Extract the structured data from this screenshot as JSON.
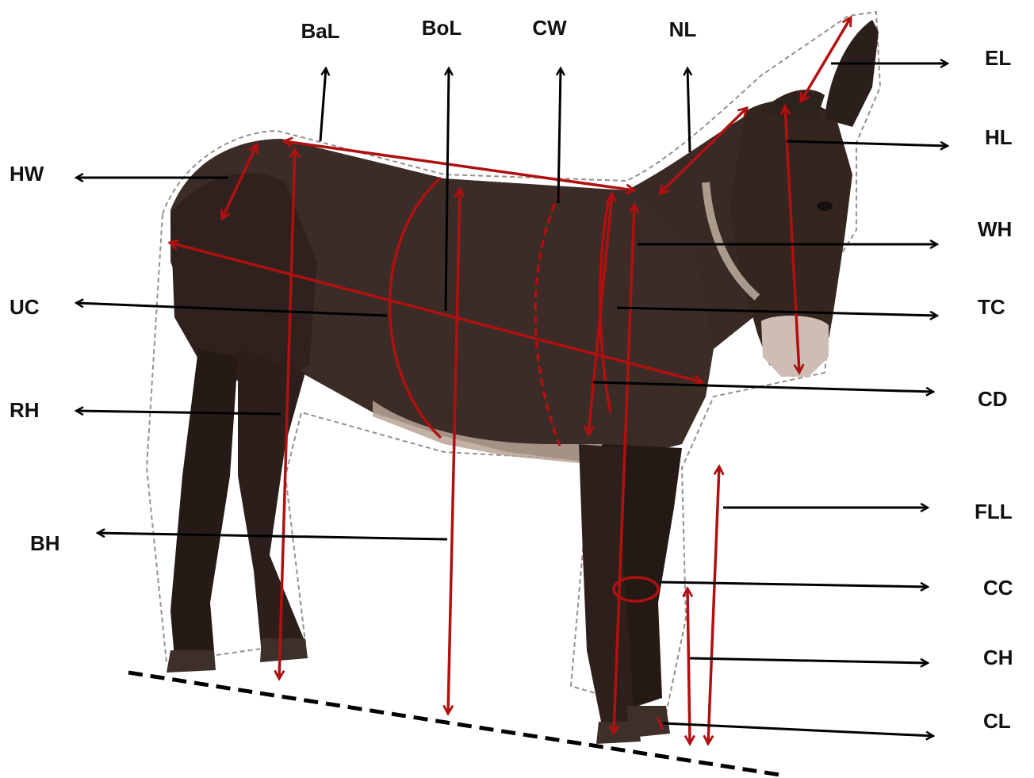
{
  "colors": {
    "label": "#111111",
    "pointer_arrow": "#000000",
    "measure_arrow": "#b01010",
    "donkey_body": "#3a2b26",
    "donkey_belly": "#c9b3a6",
    "ground_line": "#000000"
  },
  "image": {
    "subject": "donkey",
    "labels": {
      "bal": "BaL",
      "bol": "BoL",
      "cw": "CW",
      "nl": "NL",
      "el": "EL",
      "hl": "HL",
      "wh": "WH",
      "tc": "TC",
      "cd": "CD",
      "fll": "FLL",
      "cc": "CC",
      "ch": "CH",
      "cl": "CL",
      "hw": "HW",
      "uc": "UC",
      "rh": "RH",
      "bh": "BH"
    }
  }
}
